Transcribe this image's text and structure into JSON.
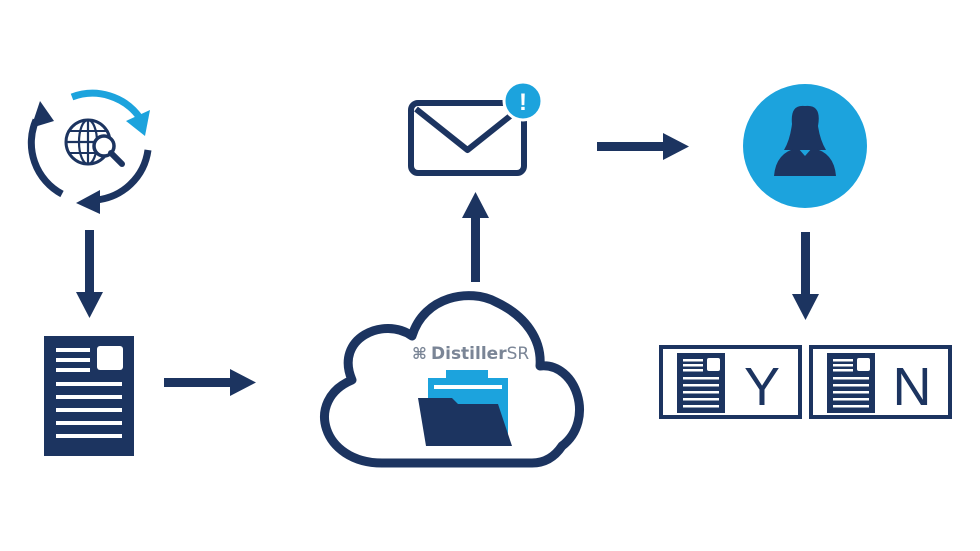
{
  "diagram": {
    "colors": {
      "navy": "#1c3460",
      "accent": "#1ca3dd",
      "grey": "#7a8596",
      "white": "#ffffff"
    },
    "nodes": {
      "search": {
        "icon": "globe-search-cycle-icon"
      },
      "document": {
        "icon": "document-icon"
      },
      "cloud": {
        "icon": "cloud-folder-icon",
        "brand_symbol": "⌘",
        "brand_name": "Distiller",
        "brand_suffix": "SR"
      },
      "email": {
        "icon": "envelope-alert-icon",
        "badge": "!"
      },
      "reviewer": {
        "icon": "person-icon"
      },
      "decisions": [
        {
          "icon": "document-icon",
          "label": "Y"
        },
        {
          "icon": "document-icon",
          "label": "N"
        }
      ]
    },
    "arrows": [
      {
        "from": "search",
        "to": "document"
      },
      {
        "from": "document",
        "to": "cloud"
      },
      {
        "from": "cloud",
        "to": "email"
      },
      {
        "from": "email",
        "to": "reviewer"
      },
      {
        "from": "reviewer",
        "to": "decisions"
      }
    ]
  }
}
